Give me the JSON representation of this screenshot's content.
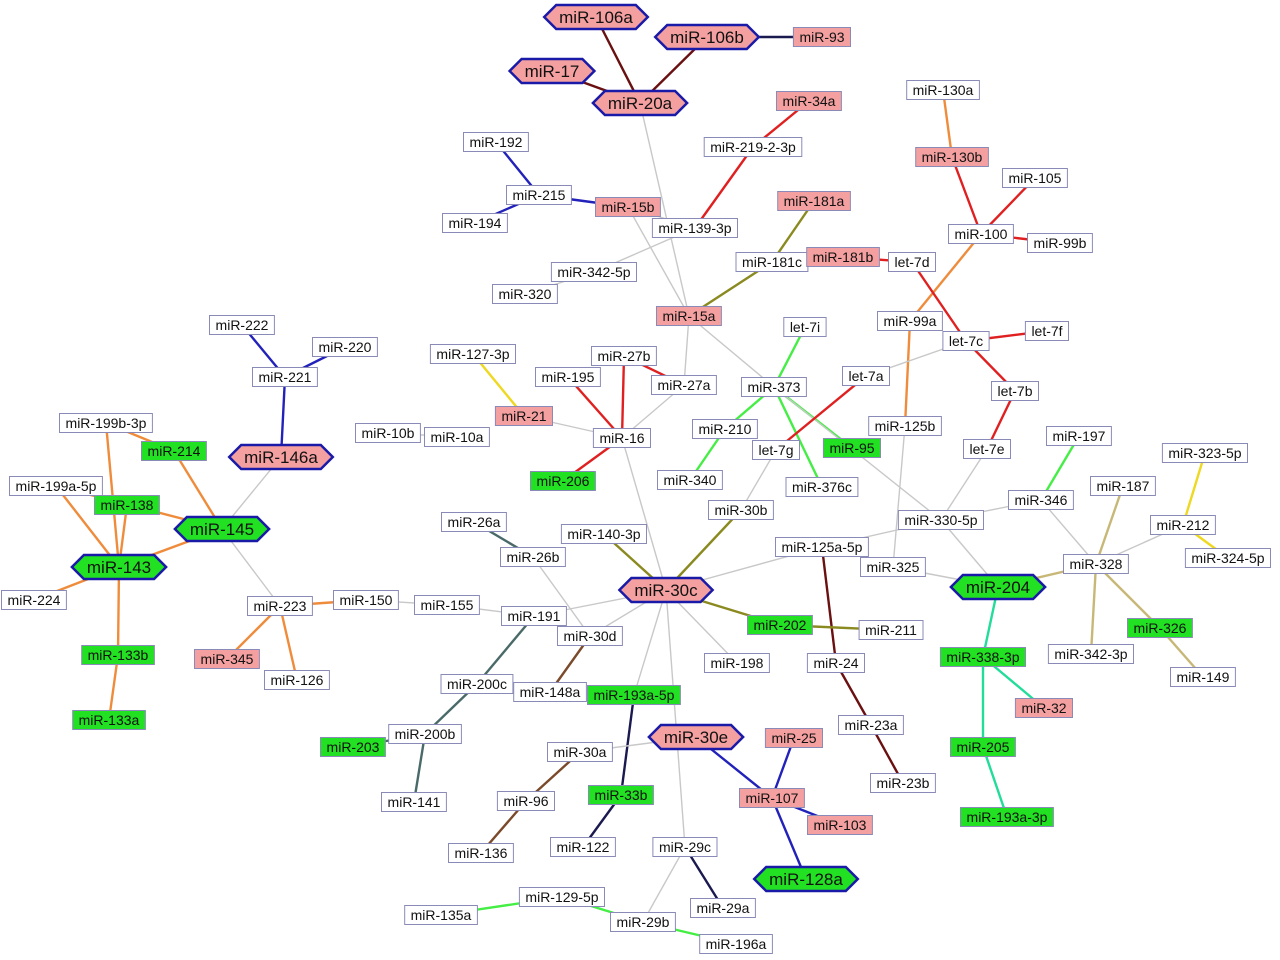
{
  "colors": {
    "plain_fill": "#ffffff",
    "plain_stroke": "#8a8ab8",
    "red_fill": "#f4a0a0",
    "green_fill": "#22e022",
    "hex_stroke": "#1a1aa8",
    "edge_gray": "#c8c8c8",
    "edge_red": "#e02020",
    "edge_green": "#44ee44",
    "edge_blue": "#2222bb",
    "edge_orange": "#ef8c3c",
    "edge_olive": "#8a8a20",
    "edge_darkred": "#6a1010",
    "edge_brown": "#7a4a2a",
    "edge_slate": "#4a6a6a",
    "edge_yellow": "#eed820",
    "edge_tan": "#c8b878",
    "edge_teal": "#22dd99",
    "edge_navy": "#1a1a50"
  },
  "nodes": [
    {
      "id": "miR-106a",
      "label": "miR-106a",
      "style": "hex-red"
    },
    {
      "id": "miR-106b",
      "label": "miR-106b",
      "style": "hex-red"
    },
    {
      "id": "miR-93",
      "label": "miR-93",
      "style": "red"
    },
    {
      "id": "miR-17",
      "label": "miR-17",
      "style": "hex-red"
    },
    {
      "id": "miR-20a",
      "label": "miR-20a",
      "style": "hex-red"
    },
    {
      "id": "miR-34a",
      "label": "miR-34a",
      "style": "red"
    },
    {
      "id": "miR-130a",
      "label": "miR-130a",
      "style": "plain"
    },
    {
      "id": "miR-192",
      "label": "miR-192",
      "style": "plain"
    },
    {
      "id": "miR-219-2-3p",
      "label": "miR-219-2-3p",
      "style": "plain"
    },
    {
      "id": "miR-130b",
      "label": "miR-130b",
      "style": "red"
    },
    {
      "id": "miR-105",
      "label": "miR-105",
      "style": "plain"
    },
    {
      "id": "miR-215",
      "label": "miR-215",
      "style": "plain"
    },
    {
      "id": "miR-15b",
      "label": "miR-15b",
      "style": "red"
    },
    {
      "id": "miR-181a",
      "label": "miR-181a",
      "style": "red"
    },
    {
      "id": "miR-194",
      "label": "miR-194",
      "style": "plain"
    },
    {
      "id": "miR-139-3p",
      "label": "miR-139-3p",
      "style": "plain"
    },
    {
      "id": "miR-100",
      "label": "miR-100",
      "style": "plain"
    },
    {
      "id": "miR-99b",
      "label": "miR-99b",
      "style": "plain"
    },
    {
      "id": "miR-181c",
      "label": "miR-181c",
      "style": "plain"
    },
    {
      "id": "miR-181b",
      "label": "miR-181b",
      "style": "red"
    },
    {
      "id": "let-7d",
      "label": "let-7d",
      "style": "plain"
    },
    {
      "id": "miR-342-5p",
      "label": "miR-342-5p",
      "style": "plain"
    },
    {
      "id": "miR-320",
      "label": "miR-320",
      "style": "plain"
    },
    {
      "id": "miR-15a",
      "label": "miR-15a",
      "style": "red"
    },
    {
      "id": "miR-99a",
      "label": "miR-99a",
      "style": "plain"
    },
    {
      "id": "miR-222",
      "label": "miR-222",
      "style": "plain"
    },
    {
      "id": "let-7i",
      "label": "let-7i",
      "style": "plain"
    },
    {
      "id": "let-7f",
      "label": "let-7f",
      "style": "plain"
    },
    {
      "id": "let-7c",
      "label": "let-7c",
      "style": "plain"
    },
    {
      "id": "miR-220",
      "label": "miR-220",
      "style": "plain"
    },
    {
      "id": "miR-127-3p",
      "label": "miR-127-3p",
      "style": "plain"
    },
    {
      "id": "miR-27b",
      "label": "miR-27b",
      "style": "plain"
    },
    {
      "id": "miR-221",
      "label": "miR-221",
      "style": "plain"
    },
    {
      "id": "miR-195",
      "label": "miR-195",
      "style": "plain"
    },
    {
      "id": "let-7a",
      "label": "let-7a",
      "style": "plain"
    },
    {
      "id": "miR-27a",
      "label": "miR-27a",
      "style": "plain"
    },
    {
      "id": "miR-373",
      "label": "miR-373",
      "style": "plain"
    },
    {
      "id": "let-7b",
      "label": "let-7b",
      "style": "plain"
    },
    {
      "id": "miR-199b-3p",
      "label": "miR-199b-3p",
      "style": "plain"
    },
    {
      "id": "miR-21",
      "label": "miR-21",
      "style": "red"
    },
    {
      "id": "miR-125b",
      "label": "miR-125b",
      "style": "plain"
    },
    {
      "id": "miR-210",
      "label": "miR-210",
      "style": "plain"
    },
    {
      "id": "miR-10b",
      "label": "miR-10b",
      "style": "plain"
    },
    {
      "id": "miR-10a",
      "label": "miR-10a",
      "style": "plain"
    },
    {
      "id": "miR-16",
      "label": "miR-16",
      "style": "plain"
    },
    {
      "id": "miR-197",
      "label": "miR-197",
      "style": "plain"
    },
    {
      "id": "miR-214",
      "label": "miR-214",
      "style": "green"
    },
    {
      "id": "miR-146a",
      "label": "miR-146a",
      "style": "hex-red"
    },
    {
      "id": "let-7g",
      "label": "let-7g",
      "style": "plain"
    },
    {
      "id": "miR-95",
      "label": "miR-95",
      "style": "green"
    },
    {
      "id": "let-7e",
      "label": "let-7e",
      "style": "plain"
    },
    {
      "id": "miR-323-5p",
      "label": "miR-323-5p",
      "style": "plain"
    },
    {
      "id": "miR-199a-5p",
      "label": "miR-199a-5p",
      "style": "plain"
    },
    {
      "id": "miR-206",
      "label": "miR-206",
      "style": "green"
    },
    {
      "id": "miR-340",
      "label": "miR-340",
      "style": "plain"
    },
    {
      "id": "miR-376c",
      "label": "miR-376c",
      "style": "plain"
    },
    {
      "id": "miR-187",
      "label": "miR-187",
      "style": "plain"
    },
    {
      "id": "miR-138",
      "label": "miR-138",
      "style": "green"
    },
    {
      "id": "miR-346",
      "label": "miR-346",
      "style": "plain"
    },
    {
      "id": "miR-30b",
      "label": "miR-30b",
      "style": "plain"
    },
    {
      "id": "miR-26a",
      "label": "miR-26a",
      "style": "plain"
    },
    {
      "id": "miR-145",
      "label": "miR-145",
      "style": "hex-green"
    },
    {
      "id": "miR-330-5p",
      "label": "miR-330-5p",
      "style": "plain"
    },
    {
      "id": "miR-212",
      "label": "miR-212",
      "style": "plain"
    },
    {
      "id": "miR-140-3p",
      "label": "miR-140-3p",
      "style": "plain"
    },
    {
      "id": "miR-125a-5p",
      "label": "miR-125a-5p",
      "style": "plain"
    },
    {
      "id": "miR-26b",
      "label": "miR-26b",
      "style": "plain"
    },
    {
      "id": "miR-324-5p",
      "label": "miR-324-5p",
      "style": "plain"
    },
    {
      "id": "miR-143",
      "label": "miR-143",
      "style": "hex-green"
    },
    {
      "id": "miR-325",
      "label": "miR-325",
      "style": "plain"
    },
    {
      "id": "miR-328",
      "label": "miR-328",
      "style": "plain"
    },
    {
      "id": "miR-30c",
      "label": "miR-30c",
      "style": "hex-red"
    },
    {
      "id": "miR-224",
      "label": "miR-224",
      "style": "plain"
    },
    {
      "id": "miR-204",
      "label": "miR-204",
      "style": "hex-green"
    },
    {
      "id": "miR-150",
      "label": "miR-150",
      "style": "plain"
    },
    {
      "id": "miR-223",
      "label": "miR-223",
      "style": "plain"
    },
    {
      "id": "miR-155",
      "label": "miR-155",
      "style": "plain"
    },
    {
      "id": "miR-191",
      "label": "miR-191",
      "style": "plain"
    },
    {
      "id": "miR-202",
      "label": "miR-202",
      "style": "green"
    },
    {
      "id": "miR-211",
      "label": "miR-211",
      "style": "plain"
    },
    {
      "id": "miR-326",
      "label": "miR-326",
      "style": "green"
    },
    {
      "id": "miR-30d",
      "label": "miR-30d",
      "style": "plain"
    },
    {
      "id": "miR-133b",
      "label": "miR-133b",
      "style": "green"
    },
    {
      "id": "miR-345",
      "label": "miR-345",
      "style": "red"
    },
    {
      "id": "miR-338-3p",
      "label": "miR-338-3p",
      "style": "green"
    },
    {
      "id": "miR-342-3p",
      "label": "miR-342-3p",
      "style": "plain"
    },
    {
      "id": "miR-198",
      "label": "miR-198",
      "style": "plain"
    },
    {
      "id": "miR-24",
      "label": "miR-24",
      "style": "plain"
    },
    {
      "id": "miR-126",
      "label": "miR-126",
      "style": "plain"
    },
    {
      "id": "miR-200c",
      "label": "miR-200c",
      "style": "plain"
    },
    {
      "id": "miR-149",
      "label": "miR-149",
      "style": "plain"
    },
    {
      "id": "miR-148a",
      "label": "miR-148a",
      "style": "plain"
    },
    {
      "id": "miR-193a-5p",
      "label": "miR-193a-5p",
      "style": "green"
    },
    {
      "id": "miR-32",
      "label": "miR-32",
      "style": "red"
    },
    {
      "id": "miR-133a",
      "label": "miR-133a",
      "style": "green"
    },
    {
      "id": "miR-23a",
      "label": "miR-23a",
      "style": "plain"
    },
    {
      "id": "miR-30e",
      "label": "miR-30e",
      "style": "hex-red"
    },
    {
      "id": "miR-200b",
      "label": "miR-200b",
      "style": "plain"
    },
    {
      "id": "miR-25",
      "label": "miR-25",
      "style": "red"
    },
    {
      "id": "miR-203",
      "label": "miR-203",
      "style": "green"
    },
    {
      "id": "miR-30a",
      "label": "miR-30a",
      "style": "plain"
    },
    {
      "id": "miR-205",
      "label": "miR-205",
      "style": "green"
    },
    {
      "id": "miR-23b",
      "label": "miR-23b",
      "style": "plain"
    },
    {
      "id": "miR-96",
      "label": "miR-96",
      "style": "plain"
    },
    {
      "id": "miR-33b",
      "label": "miR-33b",
      "style": "green"
    },
    {
      "id": "miR-107",
      "label": "miR-107",
      "style": "red"
    },
    {
      "id": "miR-141",
      "label": "miR-141",
      "style": "plain"
    },
    {
      "id": "miR-103",
      "label": "miR-103",
      "style": "red"
    },
    {
      "id": "miR-193a-3p",
      "label": "miR-193a-3p",
      "style": "green"
    },
    {
      "id": "miR-29c",
      "label": "miR-29c",
      "style": "plain"
    },
    {
      "id": "miR-122",
      "label": "miR-122",
      "style": "plain"
    },
    {
      "id": "miR-136",
      "label": "miR-136",
      "style": "plain"
    },
    {
      "id": "miR-128a",
      "label": "miR-128a",
      "style": "hex-green"
    },
    {
      "id": "miR-129-5p",
      "label": "miR-129-5p",
      "style": "plain"
    },
    {
      "id": "miR-29a",
      "label": "miR-29a",
      "style": "plain"
    },
    {
      "id": "miR-135a",
      "label": "miR-135a",
      "style": "plain"
    },
    {
      "id": "miR-29b",
      "label": "miR-29b",
      "style": "plain"
    },
    {
      "id": "miR-196a",
      "label": "miR-196a",
      "style": "plain"
    }
  ],
  "edges": [
    [
      "miR-106a",
      "miR-20a",
      "darkred"
    ],
    [
      "miR-106b",
      "miR-20a",
      "darkred"
    ],
    [
      "miR-106b",
      "miR-93",
      "navy"
    ],
    [
      "miR-17",
      "miR-20a",
      "darkred"
    ],
    [
      "miR-20a",
      "miR-15a",
      "gray"
    ],
    [
      "miR-34a",
      "miR-219-2-3p",
      "red"
    ],
    [
      "miR-219-2-3p",
      "miR-139-3p",
      "red"
    ],
    [
      "miR-130a",
      "miR-130b",
      "orange"
    ],
    [
      "miR-130b",
      "miR-100",
      "red"
    ],
    [
      "miR-100",
      "miR-105",
      "red"
    ],
    [
      "miR-100",
      "miR-99b",
      "red"
    ],
    [
      "miR-100",
      "miR-99a",
      "orange"
    ],
    [
      "miR-99a",
      "miR-125b",
      "orange"
    ],
    [
      "miR-192",
      "miR-215",
      "blue"
    ],
    [
      "miR-215",
      "miR-194",
      "blue"
    ],
    [
      "miR-215",
      "miR-15b",
      "blue"
    ],
    [
      "miR-15b",
      "miR-15a",
      "gray"
    ],
    [
      "miR-15b",
      "miR-139-3p",
      "gray"
    ],
    [
      "miR-139-3p",
      "miR-342-5p",
      "gray"
    ],
    [
      "miR-181a",
      "miR-181c",
      "olive"
    ],
    [
      "miR-181c",
      "miR-181b",
      "olive"
    ],
    [
      "miR-181c",
      "miR-15a",
      "olive"
    ],
    [
      "miR-181b",
      "let-7d",
      "red"
    ],
    [
      "let-7d",
      "let-7c",
      "red"
    ],
    [
      "let-7c",
      "let-7f",
      "red"
    ],
    [
      "let-7c",
      "let-7b",
      "red"
    ],
    [
      "let-7b",
      "let-7e",
      "red"
    ],
    [
      "let-7e",
      "miR-330-5p",
      "gray"
    ],
    [
      "miR-342-5p",
      "miR-320",
      "gray"
    ],
    [
      "miR-15a",
      "miR-27a",
      "gray"
    ],
    [
      "miR-15a",
      "miR-373",
      "gray"
    ],
    [
      "miR-27a",
      "miR-16",
      "gray"
    ],
    [
      "miR-27b",
      "miR-16",
      "red"
    ],
    [
      "miR-27b",
      "miR-27a",
      "red"
    ],
    [
      "miR-195",
      "miR-16",
      "red"
    ],
    [
      "miR-127-3p",
      "miR-21",
      "yellow"
    ],
    [
      "miR-21",
      "miR-16",
      "gray"
    ],
    [
      "miR-10b",
      "miR-10a",
      "gray"
    ],
    [
      "miR-16",
      "miR-206",
      "red"
    ],
    [
      "miR-16",
      "miR-30c",
      "gray"
    ],
    [
      "let-7i",
      "miR-373",
      "green"
    ],
    [
      "miR-373",
      "miR-210",
      "green"
    ],
    [
      "miR-373",
      "miR-95",
      "green"
    ],
    [
      "miR-373",
      "miR-376c",
      "green"
    ],
    [
      "miR-373",
      "miR-330-5p",
      "gray"
    ],
    [
      "miR-210",
      "miR-340",
      "green"
    ],
    [
      "let-7a",
      "let-7c",
      "gray"
    ],
    [
      "let-7a",
      "let-7g",
      "red"
    ],
    [
      "let-7g",
      "miR-30b",
      "gray"
    ],
    [
      "miR-30b",
      "miR-30c",
      "olive"
    ],
    [
      "miR-125b",
      "miR-325",
      "gray"
    ],
    [
      "miR-197",
      "miR-346",
      "green"
    ],
    [
      "miR-346",
      "miR-330-5p",
      "gray"
    ],
    [
      "miR-330-5p",
      "miR-125a-5p",
      "gray"
    ],
    [
      "miR-330-5p",
      "miR-204",
      "gray"
    ],
    [
      "miR-125a-5p",
      "miR-30c",
      "gray"
    ],
    [
      "miR-125a-5p",
      "miR-24",
      "darkred"
    ],
    [
      "miR-24",
      "miR-23a",
      "darkred"
    ],
    [
      "miR-23a",
      "miR-23b",
      "darkred"
    ],
    [
      "miR-325",
      "miR-204",
      "gray"
    ],
    [
      "miR-204",
      "miR-328",
      "tan"
    ],
    [
      "miR-204",
      "miR-338-3p",
      "teal"
    ],
    [
      "miR-338-3p",
      "miR-32",
      "teal"
    ],
    [
      "miR-338-3p",
      "miR-205",
      "teal"
    ],
    [
      "miR-205",
      "miR-193a-3p",
      "teal"
    ],
    [
      "miR-187",
      "miR-328",
      "tan"
    ],
    [
      "miR-346",
      "miR-328",
      "gray"
    ],
    [
      "miR-328",
      "miR-212",
      "gray"
    ],
    [
      "miR-212",
      "miR-323-5p",
      "yellow"
    ],
    [
      "miR-212",
      "miR-324-5p",
      "yellow"
    ],
    [
      "miR-328",
      "miR-342-3p",
      "tan"
    ],
    [
      "miR-328",
      "miR-326",
      "tan"
    ],
    [
      "miR-326",
      "miR-149",
      "tan"
    ],
    [
      "miR-222",
      "miR-221",
      "blue"
    ],
    [
      "miR-220",
      "miR-221",
      "blue"
    ],
    [
      "miR-221",
      "miR-146a",
      "blue"
    ],
    [
      "miR-146a",
      "miR-145",
      "gray"
    ],
    [
      "miR-199b-3p",
      "miR-214",
      "orange"
    ],
    [
      "miR-199b-3p",
      "miR-143",
      "orange"
    ],
    [
      "miR-199a-5p",
      "miR-143",
      "orange"
    ],
    [
      "miR-199a-5p",
      "miR-145",
      "orange"
    ],
    [
      "miR-214",
      "miR-145",
      "orange"
    ],
    [
      "miR-138",
      "miR-143",
      "orange"
    ],
    [
      "miR-145",
      "miR-143",
      "orange"
    ],
    [
      "miR-145",
      "miR-223",
      "gray"
    ],
    [
      "miR-143",
      "miR-224",
      "orange"
    ],
    [
      "miR-143",
      "miR-133b",
      "orange"
    ],
    [
      "miR-133b",
      "miR-133a",
      "orange"
    ],
    [
      "miR-223",
      "miR-150",
      "orange"
    ],
    [
      "miR-223",
      "miR-345",
      "orange"
    ],
    [
      "miR-223",
      "miR-126",
      "orange"
    ],
    [
      "miR-150",
      "miR-155",
      "gray"
    ],
    [
      "miR-155",
      "miR-191",
      "gray"
    ],
    [
      "miR-191",
      "miR-30c",
      "gray"
    ],
    [
      "miR-26a",
      "miR-26b",
      "slate"
    ],
    [
      "miR-26b",
      "miR-30d",
      "gray"
    ],
    [
      "miR-140-3p",
      "miR-30c",
      "olive"
    ],
    [
      "miR-30c",
      "miR-202",
      "olive"
    ],
    [
      "miR-202",
      "miR-211",
      "olive"
    ],
    [
      "miR-30c",
      "miR-198",
      "gray"
    ],
    [
      "miR-30c",
      "miR-193a-5p",
      "gray"
    ],
    [
      "miR-30c",
      "miR-30d",
      "gray"
    ],
    [
      "miR-30c",
      "miR-29c",
      "gray"
    ],
    [
      "miR-191",
      "miR-200c",
      "slate"
    ],
    [
      "miR-200c",
      "miR-200b",
      "slate"
    ],
    [
      "miR-200b",
      "miR-203",
      "slate"
    ],
    [
      "miR-200b",
      "miR-141",
      "slate"
    ],
    [
      "miR-30d",
      "miR-148a",
      "brown"
    ],
    [
      "miR-193a-5p",
      "miR-33b",
      "navy"
    ],
    [
      "miR-33b",
      "miR-122",
      "navy"
    ],
    [
      "miR-30e",
      "miR-30a",
      "gray"
    ],
    [
      "miR-30a",
      "miR-96",
      "brown"
    ],
    [
      "miR-96",
      "miR-136",
      "brown"
    ],
    [
      "miR-30e",
      "miR-107",
      "blue"
    ],
    [
      "miR-107",
      "miR-25",
      "blue"
    ],
    [
      "miR-107",
      "miR-103",
      "blue"
    ],
    [
      "miR-107",
      "miR-128a",
      "blue"
    ],
    [
      "miR-29c",
      "miR-29a",
      "navy"
    ],
    [
      "miR-29c",
      "miR-29b",
      "gray"
    ],
    [
      "miR-129-5p",
      "miR-135a",
      "green"
    ],
    [
      "miR-129-5p",
      "miR-29b",
      "green"
    ],
    [
      "miR-29b",
      "miR-196a",
      "green"
    ]
  ]
}
